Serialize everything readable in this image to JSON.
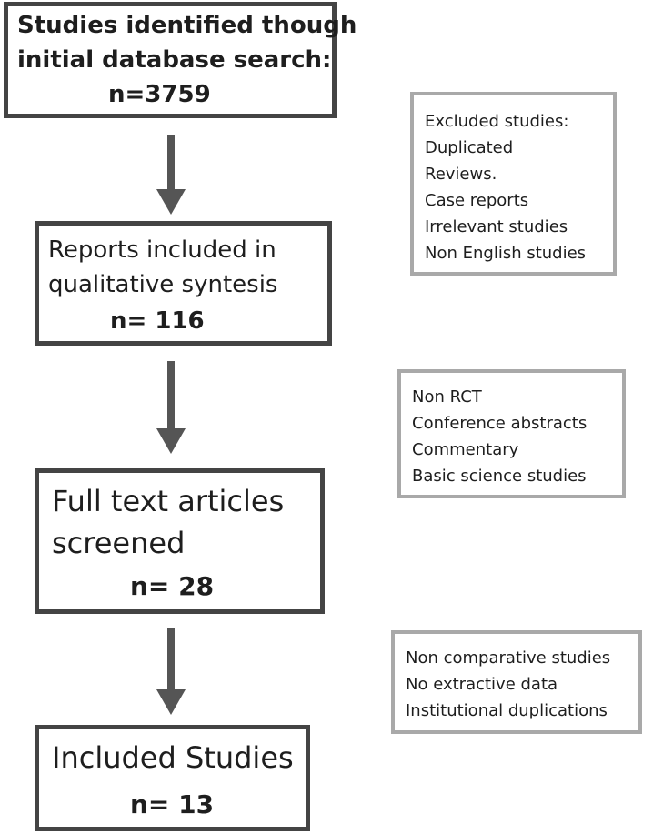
{
  "main_boxes": [
    {
      "lines": [
        "Studies identified though",
        "initial database search:"
      ],
      "count": "n=3759"
    },
    {
      "lines": [
        "Reports included in",
        "qualitative syntesis"
      ],
      "count": "n= 116"
    },
    {
      "lines": [
        "Full text articles",
        "screened"
      ],
      "count": "n= 28"
    },
    {
      "lines": [
        "Included Studies"
      ],
      "count": "n= 13"
    }
  ],
  "side_boxes": [
    {
      "items": [
        "Excluded studies:",
        "Duplicated",
        "Reviews.",
        "Case reports",
        "Irrelevant studies",
        "Non English studies"
      ]
    },
    {
      "items": [
        "Non RCT",
        "Conference abstracts",
        "Commentary",
        "Basic science studies"
      ]
    },
    {
      "items": [
        "Non comparative studies",
        "No extractive data",
        "Institutional duplications"
      ]
    }
  ],
  "colors": {
    "main_border": "#444444",
    "side_border": "#a9a9a9",
    "arrow": "#555555",
    "text": "#1e1e1e"
  }
}
